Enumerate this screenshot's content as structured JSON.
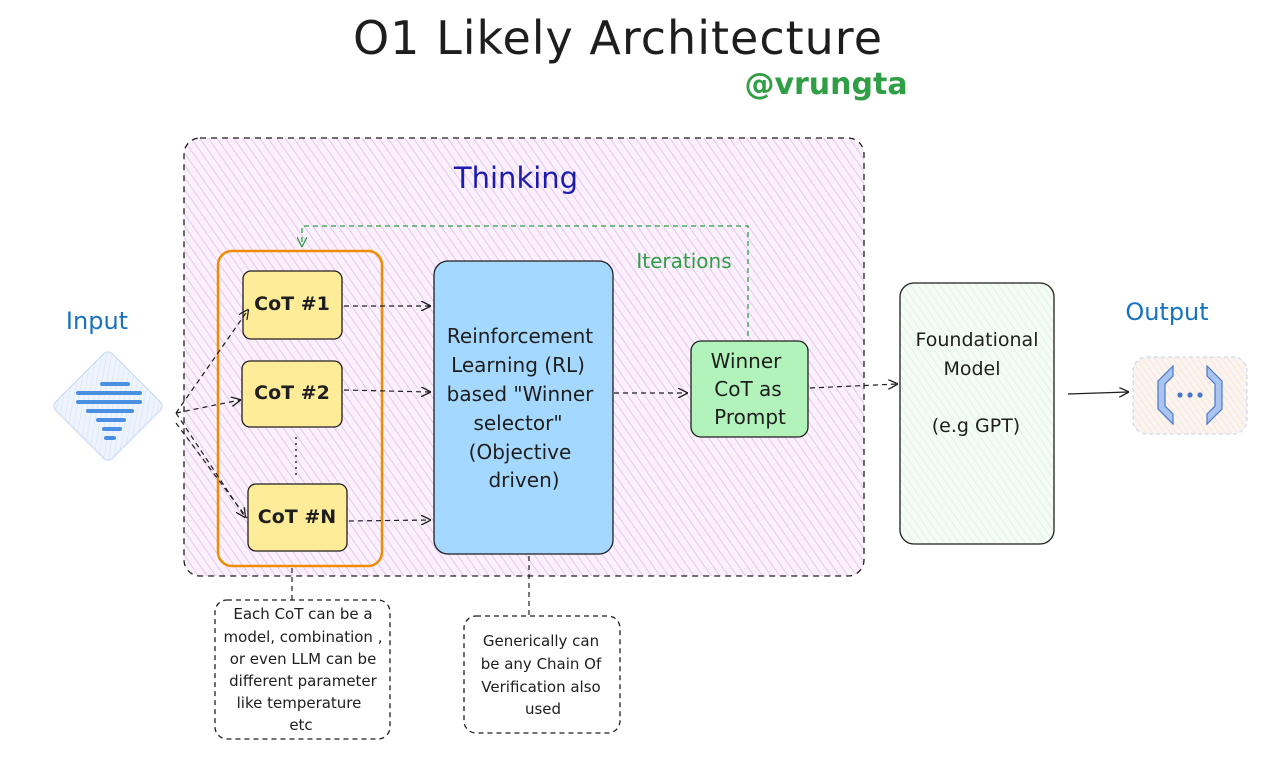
{
  "title": "O1 Likely Architecture",
  "handle": "@vrungta",
  "thinking_label": "Thinking",
  "iterations_label": "Iterations",
  "input_label": "Input",
  "output_label": "Output",
  "cot_boxes": [
    "CoT #1",
    "CoT #2",
    "CoT #N"
  ],
  "rl_box": [
    "Reinforcement",
    "Learning (RL)",
    "based \"Winner",
    "selector\"",
    "(Objective",
    "driven)"
  ],
  "winner_box": [
    "Winner",
    "CoT as",
    "Prompt"
  ],
  "foundational_box": [
    "Foundational",
    "Model",
    "(e.g GPT)"
  ],
  "note_cot": [
    "Each CoT can be a",
    "model, combination ,",
    "or even LLM can be",
    "different parameter",
    "like temperature",
    "etc"
  ],
  "note_rl": [
    "Generically can",
    "be any Chain Of",
    "Verification also",
    "used"
  ],
  "colors": {
    "thinking_fill": "#e8b7f0",
    "cot_fill": "#ffec99",
    "cot_group_border": "#f08c00",
    "rl_fill": "#a5d8ff",
    "winner_fill": "#b2f2bb",
    "foundational_fill": "#ebfbee",
    "iterations_arrow": "#2f9e44",
    "input_output_accent": "#4a90e2"
  },
  "icons": {
    "input": "filter-lines-icon",
    "output": "brackets-ellipsis-icon"
  }
}
